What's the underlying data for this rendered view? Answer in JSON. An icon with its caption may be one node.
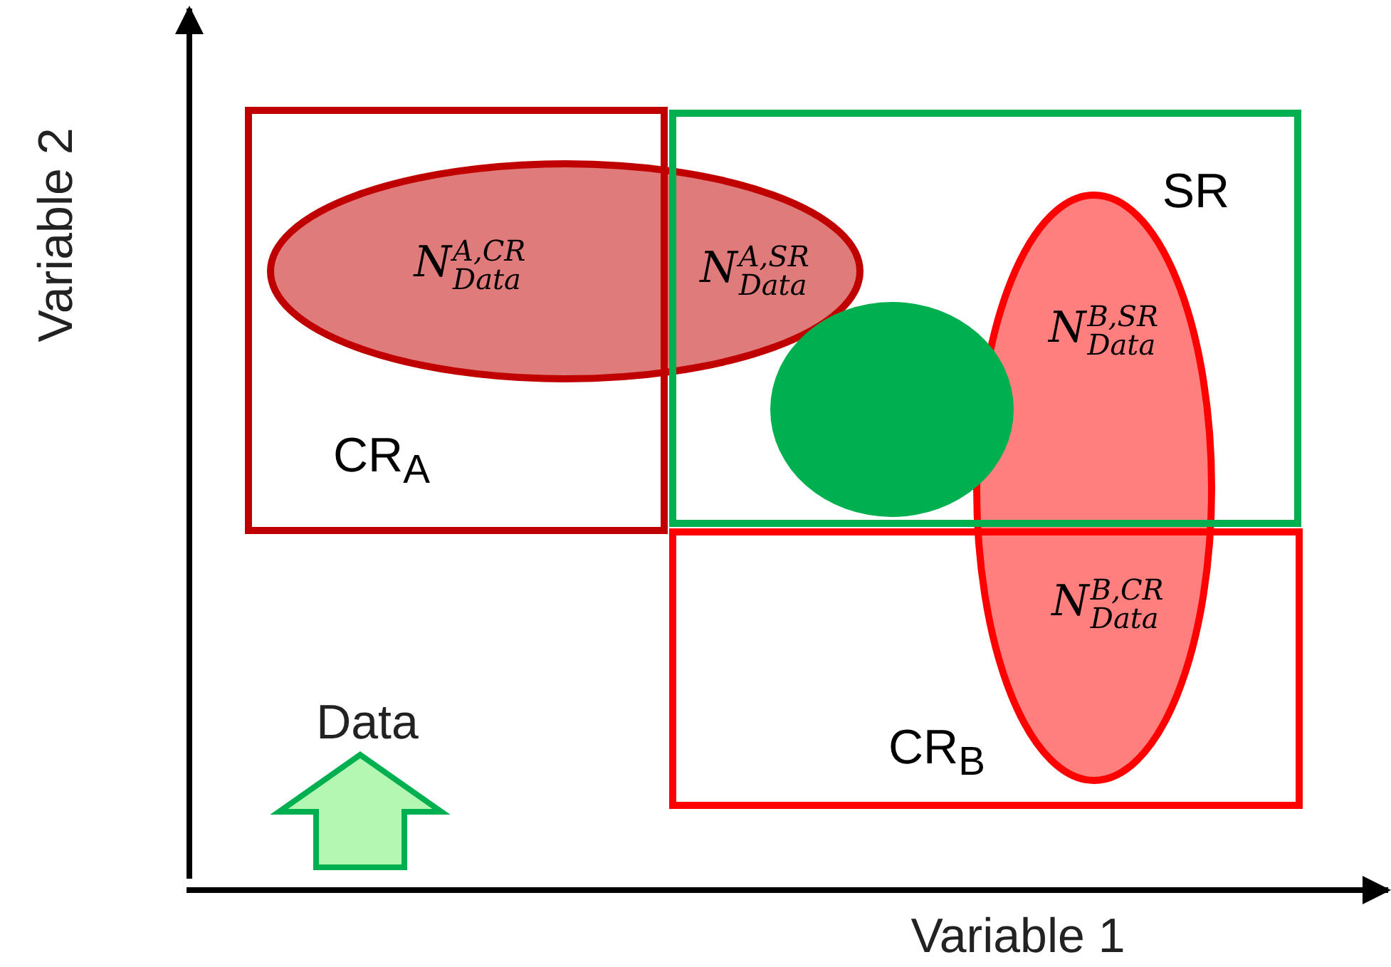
{
  "diagram": {
    "nodes": [
      {
        "text": [
          "CR$_{A}$"
        ]
      },
      {
        "text": [
          "N$^{A,CR}$$_{Data}$",
          "N$^{A,SR}$$_{Data}$"
        ]
      },
      {
        "text": [
          "SR"
        ]
      },
      {
        "text": [],
        "shape": "circle",
        "in": 2
      },
      {
        "text": [
          "N$^{B,SR}$$_{Data}$",
          "N$^{B,CR}$$_{Data}$"
        ]
      },
      {
        "text": [
          "CR$_{B}$"
        ]
      }
    ],
    "labels": [
      "Variable 2",
      "Data",
      "Variable 1"
    ]
  }
}
